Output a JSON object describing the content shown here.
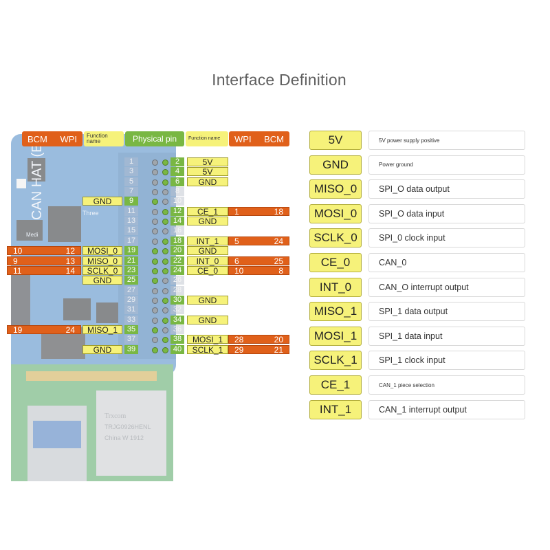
{
  "title": "Interface Definition",
  "header": {
    "bcm_left": "BCM",
    "wpi_left": "WPI",
    "function_left": "Function name",
    "physical_pin": "Physical pin",
    "function_right": "Function name",
    "wpi_right": "WPI",
    "bcm_right": "BCM"
  },
  "board_text": {
    "can_hat": "CAN HAT (B)",
    "three": "Three",
    "medi": "Medi",
    "rj45_1": "TRJG0926HENL",
    "rj45_2": "China W 1912",
    "rj45_brand": "Trxcom"
  },
  "left_pins": [
    "1",
    "3",
    "5",
    "7",
    "9",
    "11",
    "13",
    "15",
    "17",
    "19",
    "21",
    "23",
    "25",
    "27",
    "29",
    "31",
    "33",
    "35",
    "37",
    "39"
  ],
  "right_pins": [
    "2",
    "4",
    "6",
    "8",
    "10",
    "12",
    "14",
    "16",
    "18",
    "20",
    "22",
    "24",
    "26",
    "28",
    "30",
    "32",
    "34",
    "36",
    "38",
    "40"
  ],
  "left_active": [
    "9",
    "19",
    "21",
    "23",
    "25",
    "35",
    "39"
  ],
  "right_active": [
    "2",
    "4",
    "6",
    "12",
    "14",
    "18",
    "20",
    "22",
    "24",
    "30",
    "34",
    "38",
    "40"
  ],
  "left_functions": [
    {
      "row": 4,
      "name": "GND"
    },
    {
      "row": 9,
      "name": "MOSI_0",
      "bcm": "10",
      "wpi": "12"
    },
    {
      "row": 10,
      "name": "MISO_0",
      "bcm": "9",
      "wpi": "13"
    },
    {
      "row": 11,
      "name": "SCLK_0",
      "bcm": "11",
      "wpi": "14"
    },
    {
      "row": 12,
      "name": "GND"
    },
    {
      "row": 17,
      "name": "MISO_1",
      "bcm": "19",
      "wpi": "24"
    },
    {
      "row": 19,
      "name": "GND"
    }
  ],
  "right_functions": [
    {
      "row": 0,
      "name": "5V"
    },
    {
      "row": 1,
      "name": "5V"
    },
    {
      "row": 2,
      "name": "GND"
    },
    {
      "row": 5,
      "name": "CE_1",
      "wpi": "1",
      "bcm": "18"
    },
    {
      "row": 6,
      "name": "GND"
    },
    {
      "row": 8,
      "name": "INT_1",
      "wpi": "5",
      "bcm": "24"
    },
    {
      "row": 9,
      "name": "GND"
    },
    {
      "row": 10,
      "name": "INT_0",
      "wpi": "6",
      "bcm": "25"
    },
    {
      "row": 11,
      "name": "CE_0",
      "wpi": "10",
      "bcm": "8"
    },
    {
      "row": 14,
      "name": "GND"
    },
    {
      "row": 16,
      "name": "GND"
    },
    {
      "row": 18,
      "name": "MOSI_1",
      "wpi": "28",
      "bcm": "20"
    },
    {
      "row": 19,
      "name": "SCLK_1",
      "wpi": "29",
      "bcm": "21"
    }
  ],
  "legend": [
    {
      "signal": "5V",
      "description": "5V power supply positive",
      "small": true
    },
    {
      "signal": "GND",
      "description": "Power ground",
      "small": true
    },
    {
      "signal": "MISO_0",
      "description": "SPI_O data output"
    },
    {
      "signal": "MOSI_0",
      "description": "SPI_O data input"
    },
    {
      "signal": "SCLK_0",
      "description": "SPI_0 clock input"
    },
    {
      "signal": "CE_0",
      "description": "CAN_0"
    },
    {
      "signal": "INT_0",
      "description": "CAN_O interrupt output"
    },
    {
      "signal": "MISO_1",
      "description": "SPI_1 data output"
    },
    {
      "signal": "MOSI_1",
      "description": "SPI_1 data input"
    },
    {
      "signal": "SCLK_1",
      "description": "SPI_1 clock input"
    },
    {
      "signal": "CE_1",
      "description": "CAN_1 piece selection",
      "small": true
    },
    {
      "signal": "INT_1",
      "description": "CAN_1 interrupt output"
    }
  ],
  "colors": {
    "orange": "#e0601a",
    "yellow": "#f6f27a",
    "green": "#79b743",
    "board_blue": "#3f7fc0"
  }
}
